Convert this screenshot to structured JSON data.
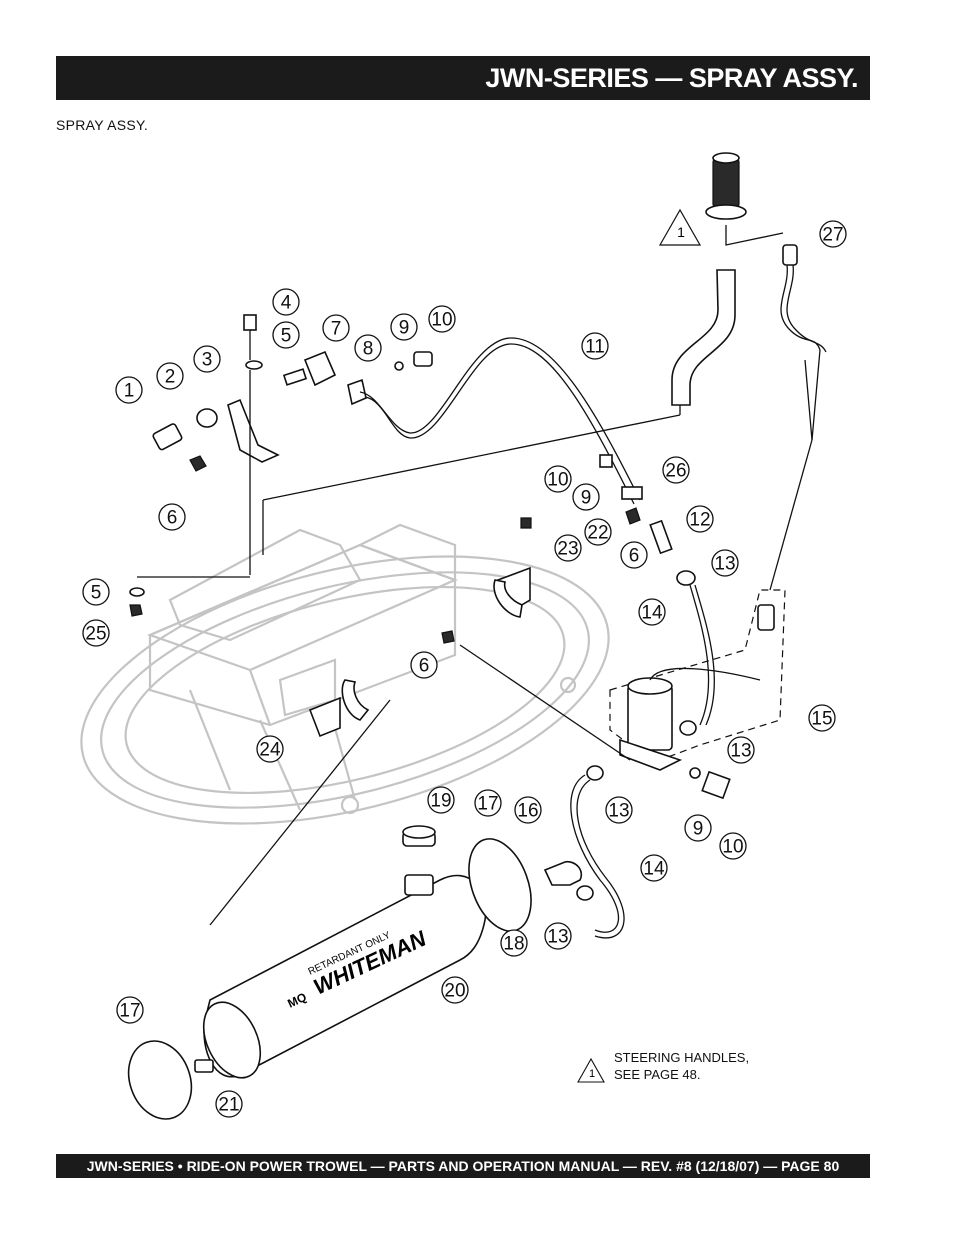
{
  "header": {
    "title": "JWN-SERIES — SPRAY ASSY."
  },
  "subtitle": "SPRAY ASSY.",
  "callouts": [
    "1",
    "2",
    "3",
    "4",
    "5",
    "6",
    "7",
    "8",
    "9",
    "10",
    "11",
    "26",
    "10",
    "9",
    "6",
    "12",
    "13",
    "22",
    "23",
    "5",
    "25",
    "6",
    "14",
    "13",
    "15",
    "24",
    "13",
    "9",
    "10",
    "19",
    "17",
    "16",
    "14",
    "18",
    "13",
    "20",
    "17",
    "21",
    "27"
  ],
  "warning_marker": "1",
  "tank_label": {
    "brand": "WHITEMAN",
    "sub": "RETARDANT ONLY",
    "logo": "MQ"
  },
  "note": {
    "marker": "1",
    "line1": "STEERING HANDLES,",
    "line2": "SEE PAGE 48."
  },
  "footer": {
    "text": "JWN-SERIES • RIDE-ON POWER TROWEL — PARTS AND OPERATION MANUAL — REV. #8 (12/18/07) — PAGE 80"
  }
}
